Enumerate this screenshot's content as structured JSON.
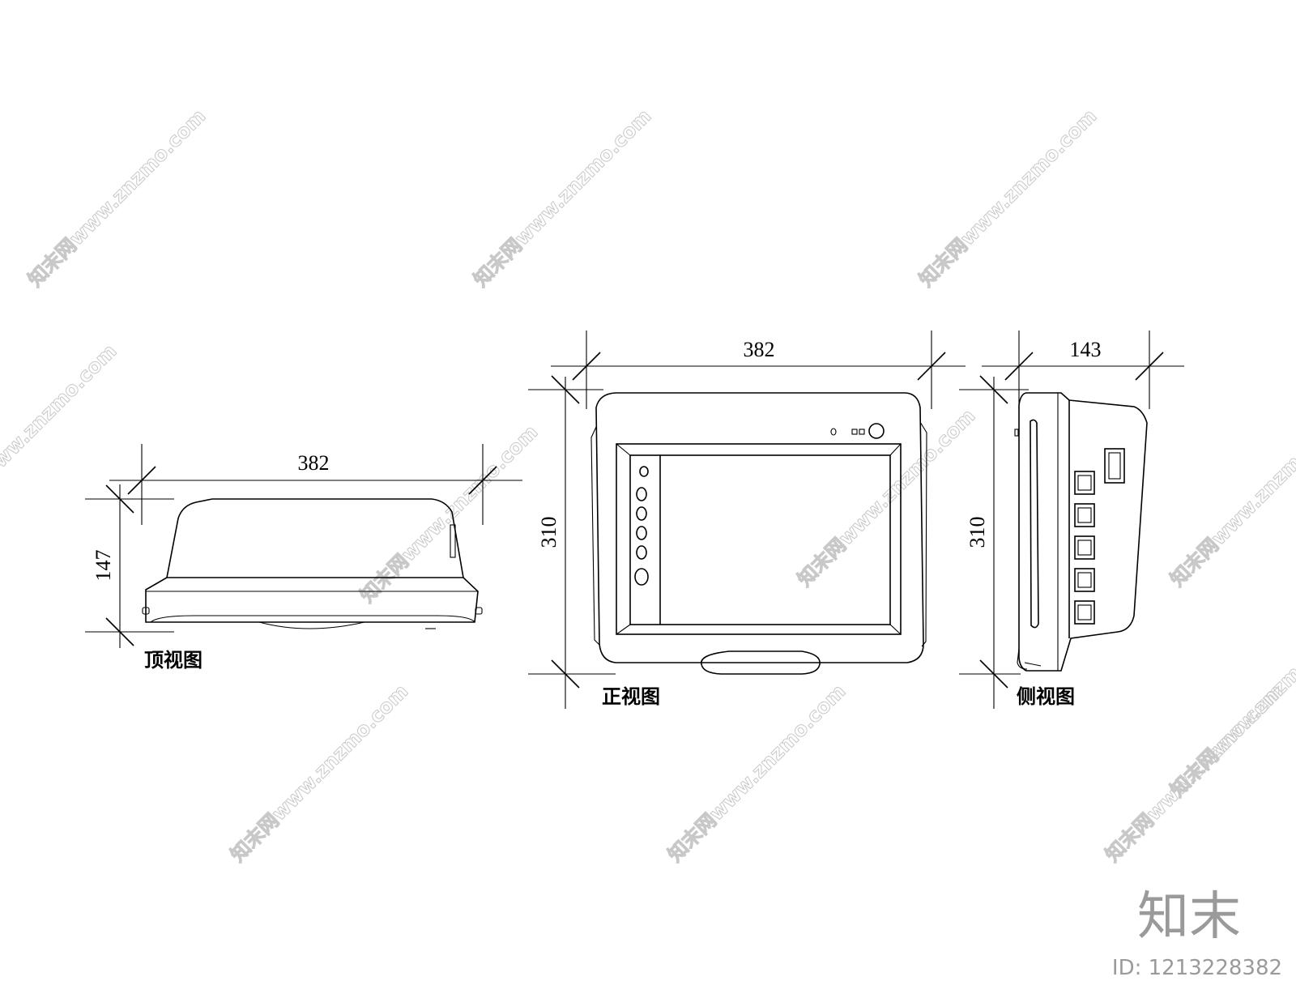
{
  "watermark_text": "知末网www.znzmo.com",
  "views": {
    "top": {
      "caption": "顶视图",
      "width_dim": "382",
      "height_dim": "147"
    },
    "front": {
      "caption": "正视图",
      "width_dim": "382",
      "height_dim": "310"
    },
    "side": {
      "caption": "侧视图",
      "width_dim": "143",
      "height_dim": "310"
    }
  },
  "brand": {
    "logo": "知末",
    "id": "ID: 1213228382"
  },
  "colors": {
    "line": "#000000",
    "watermark": "#c8c8c8",
    "brand": "#9a9a9a"
  }
}
